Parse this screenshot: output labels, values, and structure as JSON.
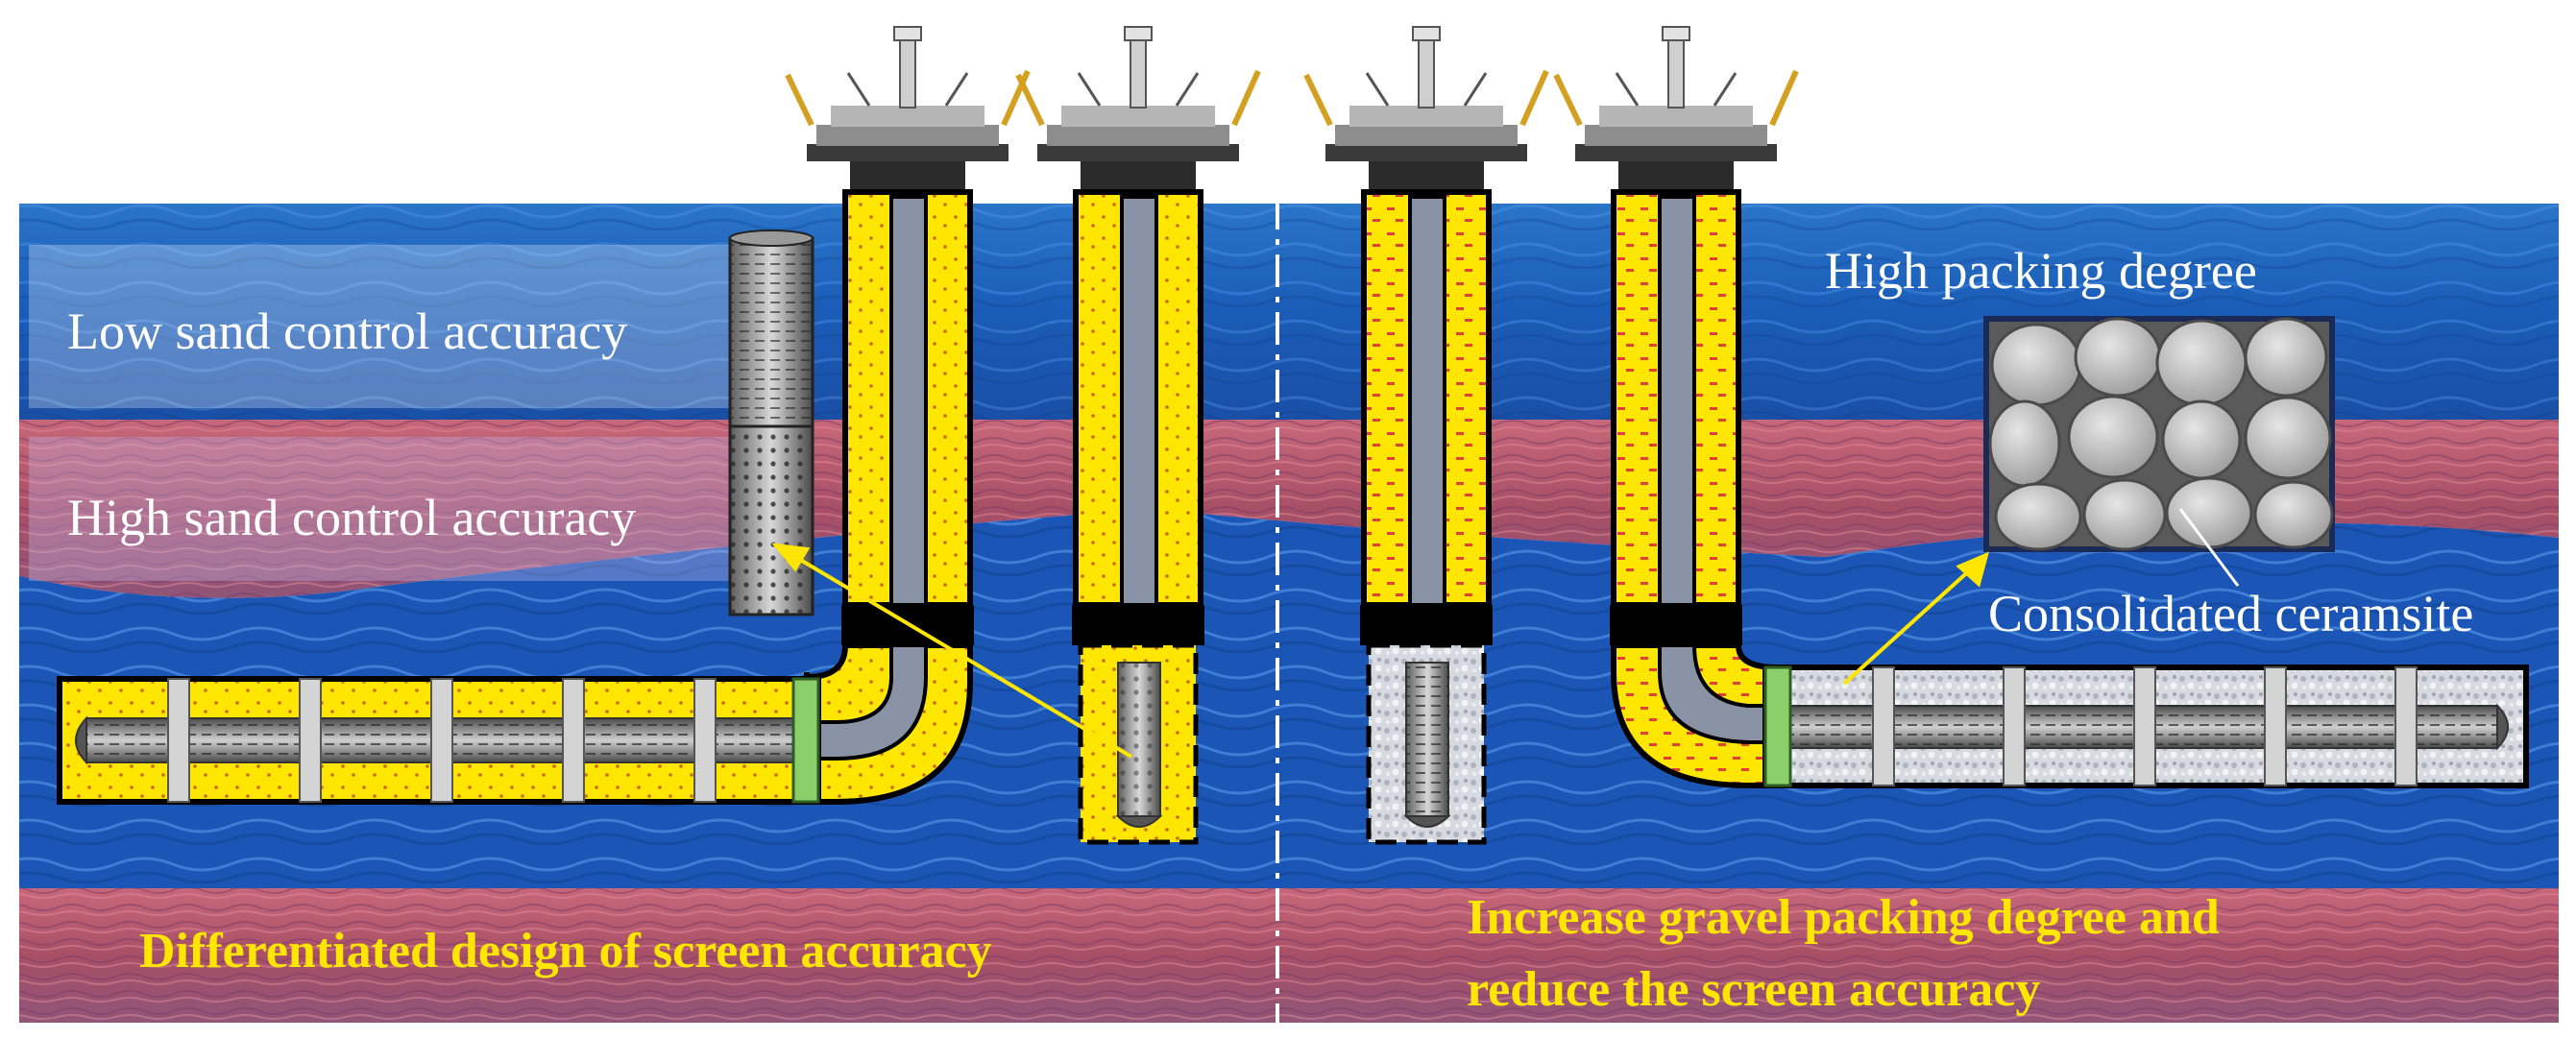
{
  "labels": {
    "low_accuracy": "Low sand control accuracy",
    "high_accuracy": "High sand control accuracy",
    "high_packing": "High packing degree",
    "consolidated": "Consolidated ceramsite",
    "left_caption": "Differentiated design of screen accuracy",
    "right_caption_line1": "Increase gravel packing degree and",
    "right_caption_line2": "reduce the screen accuracy"
  },
  "colors": {
    "sea": "#1f5fb8",
    "formation_red": "#b8586a",
    "packing_yellow": "#ffe600",
    "tubing_gray": "#8a93a6",
    "label_white": "#ffffff",
    "caption_yellow": "#ffe600",
    "arrow_yellow": "#ffe600"
  }
}
